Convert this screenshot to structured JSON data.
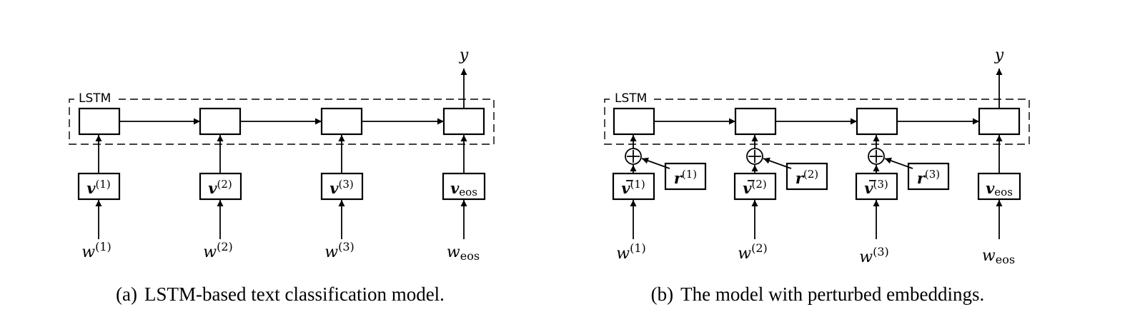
{
  "panels": [
    {
      "lstm_label": "LSTM",
      "output": "y",
      "caption_tag": "(a)",
      "caption_text": "LSTM-based text classification model.",
      "embeddings": [
        {
          "symbol": "v",
          "bar": false,
          "sup": "(1)",
          "sub": ""
        },
        {
          "symbol": "v",
          "bar": false,
          "sup": "(2)",
          "sub": ""
        },
        {
          "symbol": "v",
          "bar": false,
          "sup": "(3)",
          "sub": ""
        },
        {
          "symbol": "v",
          "bar": false,
          "sup": "",
          "sub": "eos"
        }
      ],
      "perturbations": [],
      "words": [
        {
          "symbol": "w",
          "sup": "(1)",
          "sub": ""
        },
        {
          "symbol": "w",
          "sup": "(2)",
          "sub": ""
        },
        {
          "symbol": "w",
          "sup": "(3)",
          "sub": ""
        },
        {
          "symbol": "w",
          "sup": "",
          "sub": "eos"
        }
      ]
    },
    {
      "lstm_label": "LSTM",
      "output": "y",
      "caption_tag": "(b)",
      "caption_text": "The model with perturbed embeddings.",
      "embeddings": [
        {
          "symbol": "v",
          "bar": true,
          "sup": "(1)",
          "sub": ""
        },
        {
          "symbol": "v",
          "bar": true,
          "sup": "(2)",
          "sub": ""
        },
        {
          "symbol": "v",
          "bar": true,
          "sup": "(3)",
          "sub": ""
        },
        {
          "symbol": "v",
          "bar": false,
          "sup": "",
          "sub": "eos"
        }
      ],
      "perturbations": [
        {
          "symbol": "r",
          "sup": "(1)"
        },
        {
          "symbol": "r",
          "sup": "(2)"
        },
        {
          "symbol": "r",
          "sup": "(3)"
        }
      ],
      "words": [
        {
          "symbol": "w",
          "sup": "(1)",
          "sub": ""
        },
        {
          "symbol": "w",
          "sup": "(2)",
          "sub": ""
        },
        {
          "symbol": "w",
          "sup": "(3)",
          "sub": ""
        },
        {
          "symbol": "w",
          "sup": "",
          "sub": "eos"
        }
      ]
    }
  ]
}
